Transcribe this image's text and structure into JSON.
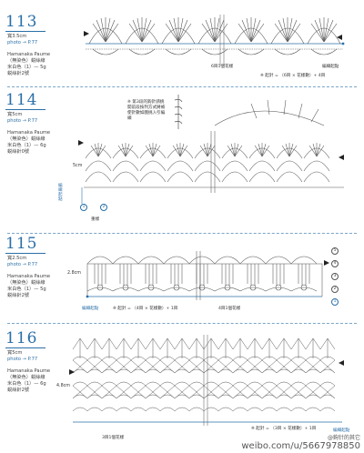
{
  "sections": [
    {
      "number": "113",
      "meta": {
        "size": "寬3.5cm",
        "photo": "photo → P.77",
        "yarn_brand": "Hamanaka Paume",
        "yarn_name": "（無染色）蜕絲線",
        "color": "米白色（1）— 5g",
        "hook": "蜕絲針2號"
      },
      "labels": {
        "pattern_repeat": "6目1個花樣",
        "start": "編織起點",
        "count": "※ 起針 = （6目 × 花樣數）+ 4目"
      }
    },
    {
      "number": "114",
      "meta": {
        "size": "寬5cm",
        "photo": "photo → P.77",
        "yarn_brand": "Hamanaka Paume",
        "yarn_name": "（無染色）蜕絲線",
        "color": "米白色（1）— 6g",
        "hook": "蜕絲針0號"
      },
      "labels": {
        "note": "※ 第3段的鉤針請挑開前段按列方式將被使針數如圖挑入引編織",
        "dim": "5cm",
        "start": "編織起點",
        "axis": "重樣"
      }
    },
    {
      "number": "115",
      "meta": {
        "size": "寬2.5cm",
        "photo": "photo → P.77",
        "yarn_brand": "Hamanaka Paume",
        "yarn_name": "（無染色）蜕絲線",
        "color": "米白色（1）— 5g",
        "hook": "蜕絲針2號"
      },
      "labels": {
        "dim": "2.8cm",
        "start": "編織起點",
        "count": "※ 起針 = （4目 × 花樣數）+ 1目",
        "pattern_repeat": "4目1個花樣"
      }
    },
    {
      "number": "116",
      "meta": {
        "size": "寬5cm",
        "photo": "photo → P.77",
        "yarn_brand": "Hamanaka Paume",
        "yarn_name": "（無染色）蜕絲線",
        "color": "米白色（1）— 6g",
        "hook": "蜕絲針2號"
      },
      "labels": {
        "dim": "4.8cm",
        "count": "※ 起針 = （3目 × 花樣數）+ 1目",
        "pattern_repeat": "3目1個花樣",
        "start": "編織起點"
      }
    }
  ],
  "watermark": "weibo.com/u/5667978850",
  "watermark_prefix": "@鉤针的其它"
}
